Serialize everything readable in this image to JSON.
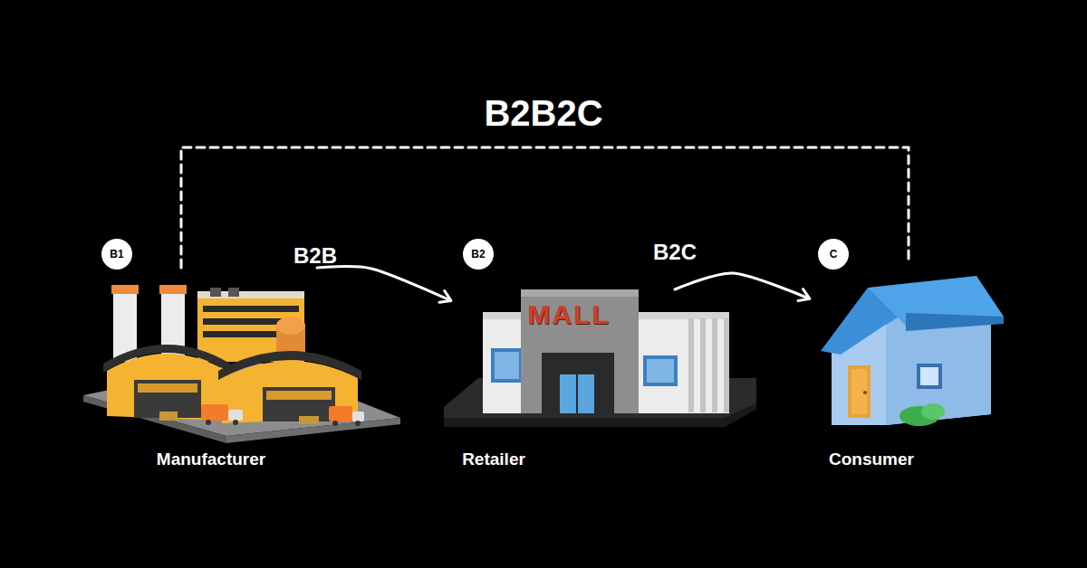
{
  "diagram": {
    "nodes": [
      {
        "text": [
          "B1"
        ]
      },
      {
        "text": [
          "Manufacturer"
        ]
      },
      {
        "text": [
          "B2"
        ]
      },
      {
        "text": [
          "Retailer"
        ]
      },
      {
        "text": [
          "C"
        ]
      },
      {
        "text": [
          "Consumer"
        ]
      }
    ],
    "edges": [
      {
        "from": 1,
        "to": 3,
        "label": "B2B",
        "arrow": "to"
      },
      {
        "from": 3,
        "to": 5,
        "label": "B2C",
        "arrow": "to"
      },
      {
        "from": 1,
        "to": 5,
        "label": "B2B2C",
        "arrow": "none"
      }
    ],
    "labels": [
      "MALL"
    ]
  }
}
